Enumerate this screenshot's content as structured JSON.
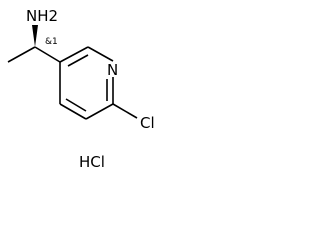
{
  "structure": {
    "amine_label": "NH2",
    "stereo_label": "&1",
    "ring_nitrogen_label": "N",
    "chlorine_label": "Cl",
    "salt_label": "HCl"
  },
  "colors": {
    "bond": "#000000",
    "text": "#000000",
    "background": "#ffffff"
  }
}
